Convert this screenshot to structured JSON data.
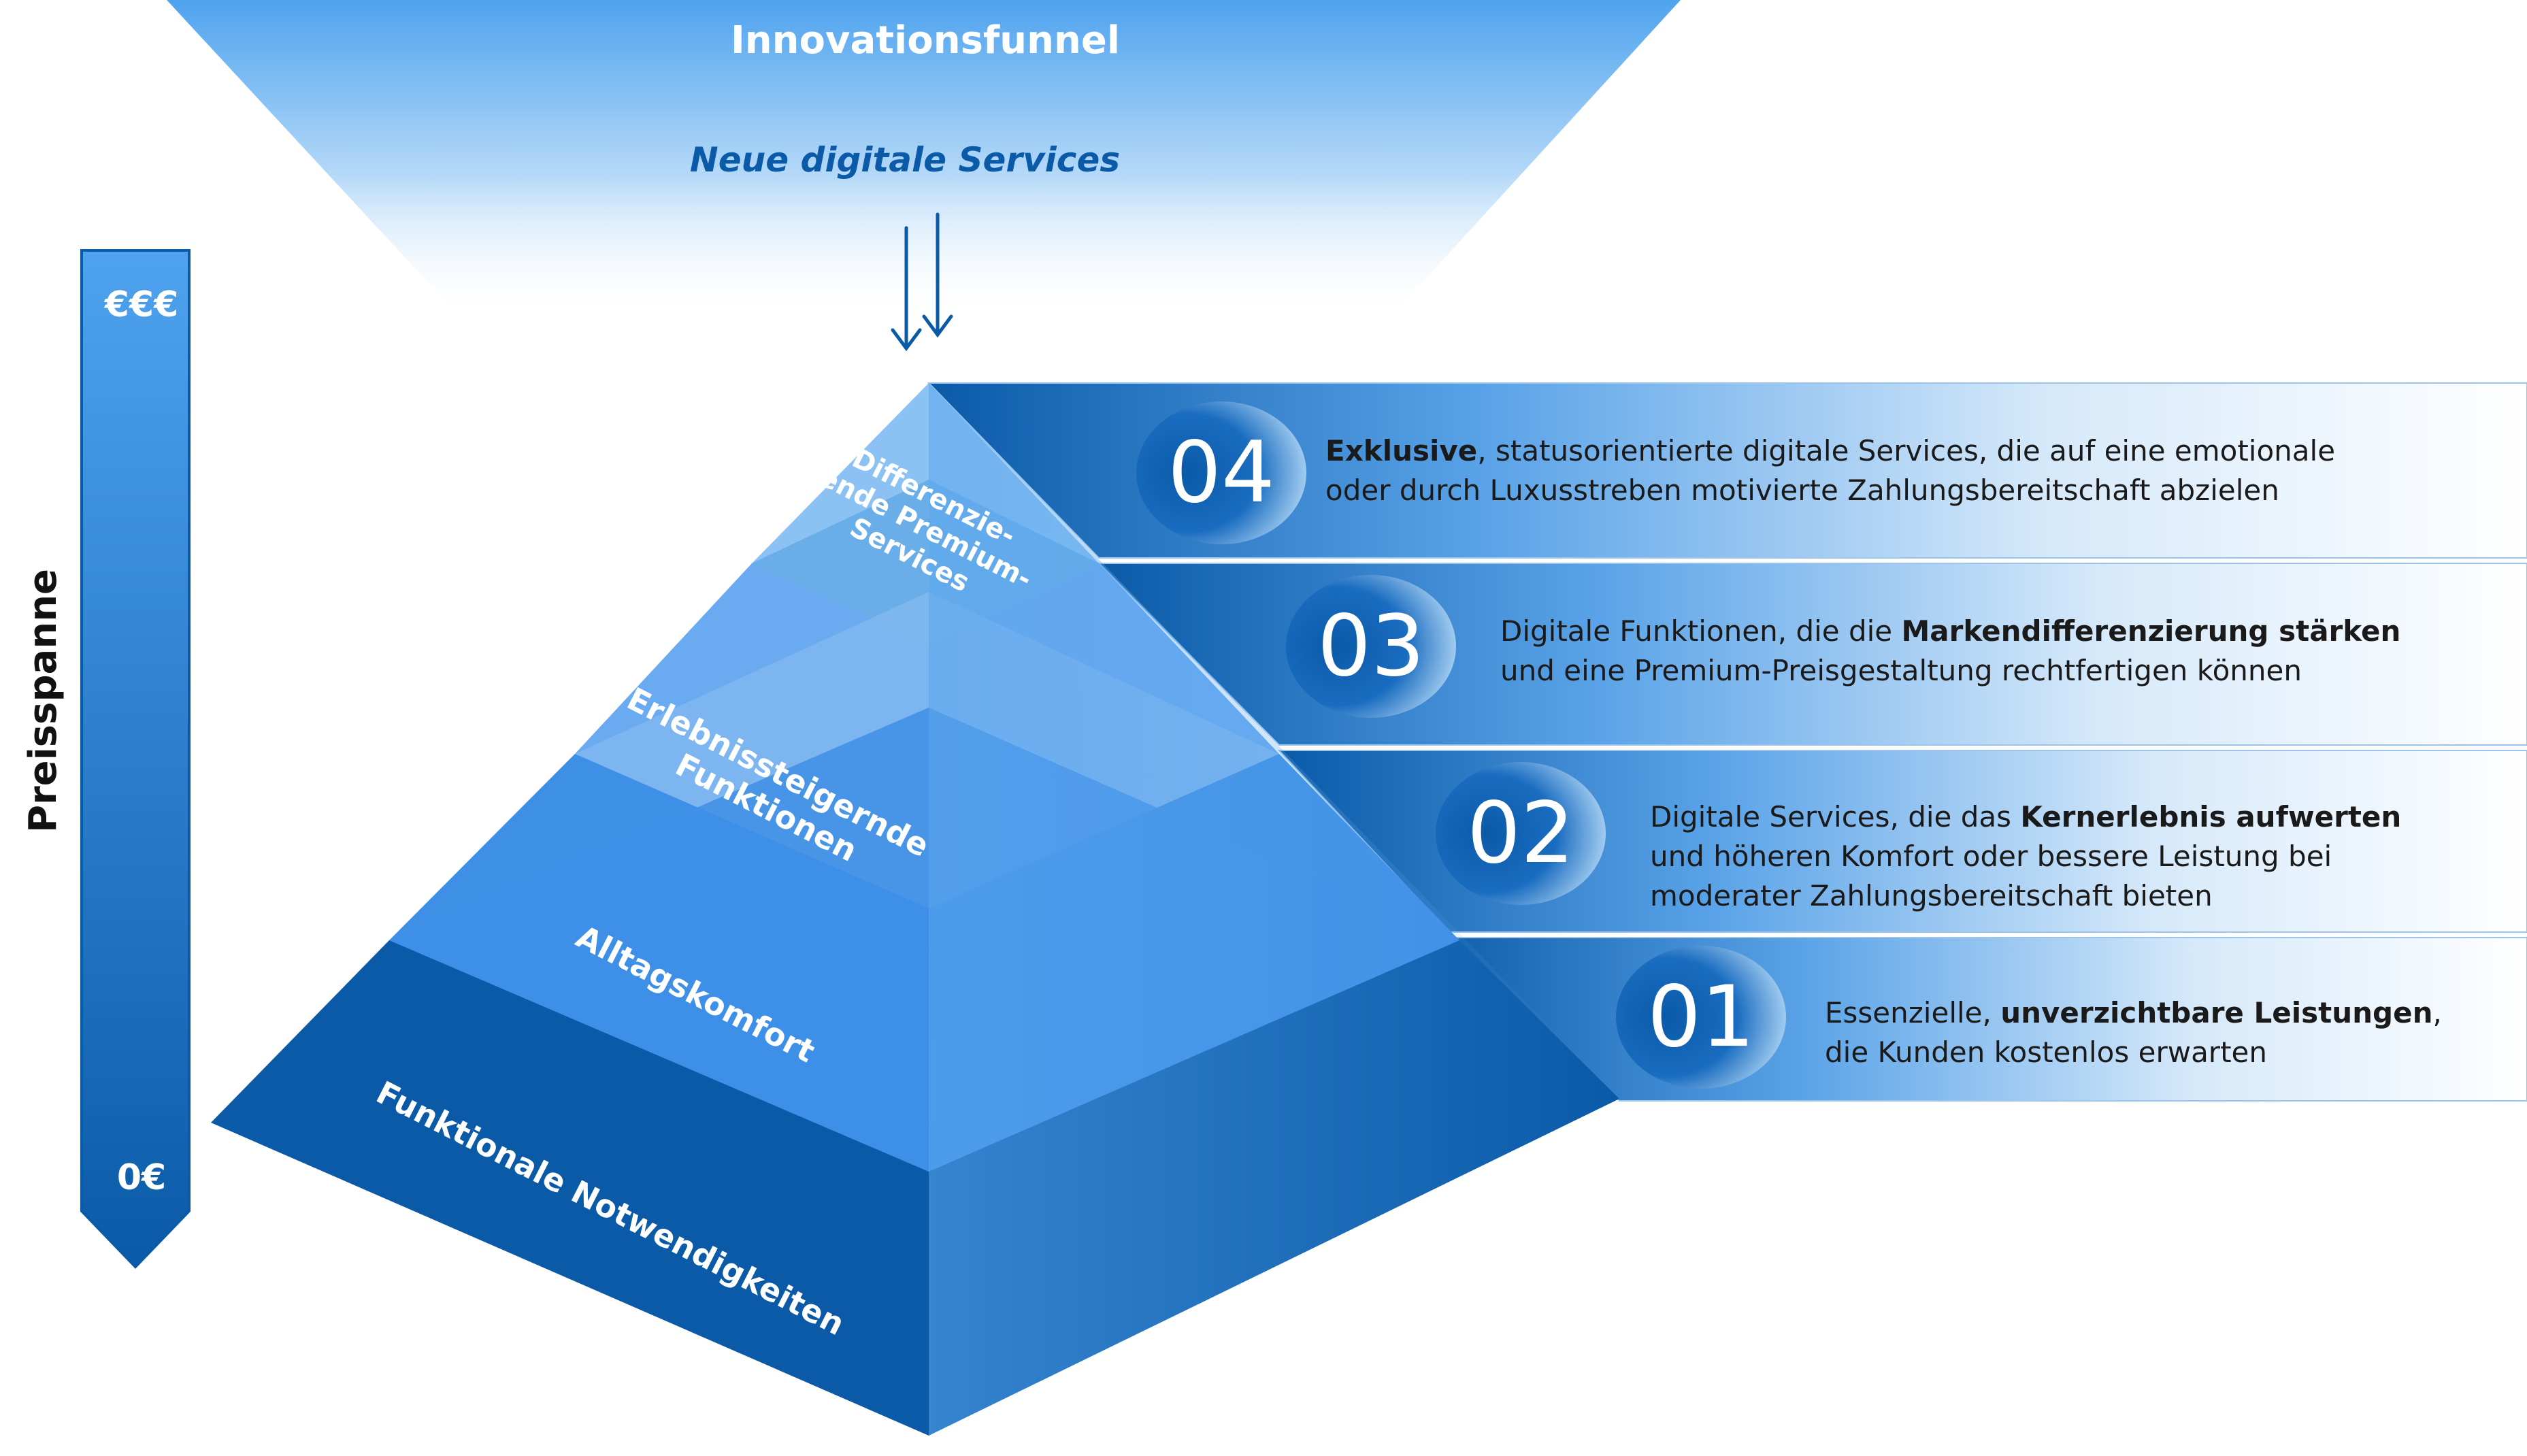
{
  "funnel": {
    "title": "Innovationsfunnel",
    "subtitle": "Neue digitale Services"
  },
  "price_scale": {
    "axis_label": "Preisspanne",
    "top_label": "€€€",
    "bottom_label": "0€"
  },
  "pyramid": {
    "layers": [
      {
        "id": "04",
        "lines": [
          "Differenzie-",
          "rende Premium-",
          "Services"
        ]
      },
      {
        "id": "03",
        "lines": [
          "Erlebnissteigernde",
          "Funktionen"
        ]
      },
      {
        "id": "02",
        "lines": [
          "Alltagskomfort"
        ]
      },
      {
        "id": "01",
        "lines": [
          "Funktionale Notwendigkeiten"
        ]
      }
    ]
  },
  "levels": [
    {
      "number": "04",
      "lines": [
        [
          {
            "t": "Exklusive",
            "b": true
          },
          {
            "t": ", statusorientierte digitale Services, die auf eine emotionale",
            "b": false
          }
        ],
        [
          {
            "t": "oder durch Luxusstreben motivierte Zahlungsbereitschaft abzielen",
            "b": false
          }
        ]
      ]
    },
    {
      "number": "03",
      "lines": [
        [
          {
            "t": "Digitale Funktionen, die die ",
            "b": false
          },
          {
            "t": "Markendifferenzierung stärken",
            "b": true
          }
        ],
        [
          {
            "t": "und eine Premium-Preisgestaltung rechtfertigen können",
            "b": false
          }
        ]
      ]
    },
    {
      "number": "02",
      "lines": [
        [
          {
            "t": "Digitale Services, die das ",
            "b": false
          },
          {
            "t": "Kernerlebnis aufwerten",
            "b": true
          }
        ],
        [
          {
            "t": "und höheren Komfort oder bessere Leistung bei",
            "b": false
          }
        ],
        [
          {
            "t": "moderater Zahlungsbereitschaft bieten",
            "b": false
          }
        ]
      ]
    },
    {
      "number": "01",
      "lines": [
        [
          {
            "t": "Essenzielle, ",
            "b": false
          },
          {
            "t": "unverzichtbare Leistungen",
            "b": true
          },
          {
            "t": ",",
            "b": false
          }
        ],
        [
          {
            "t": "die Kunden kostenlos erwarten",
            "b": false
          }
        ]
      ]
    }
  ],
  "colors": {
    "dark_blue": "#0a5aa8",
    "mid_blue": "#3d8fe6",
    "light_blue": "#7ab4ee",
    "pale_blue": "#b9dcf7",
    "funnel_text": "#ffffff",
    "subtitle_blue": "#0a5aa8"
  }
}
